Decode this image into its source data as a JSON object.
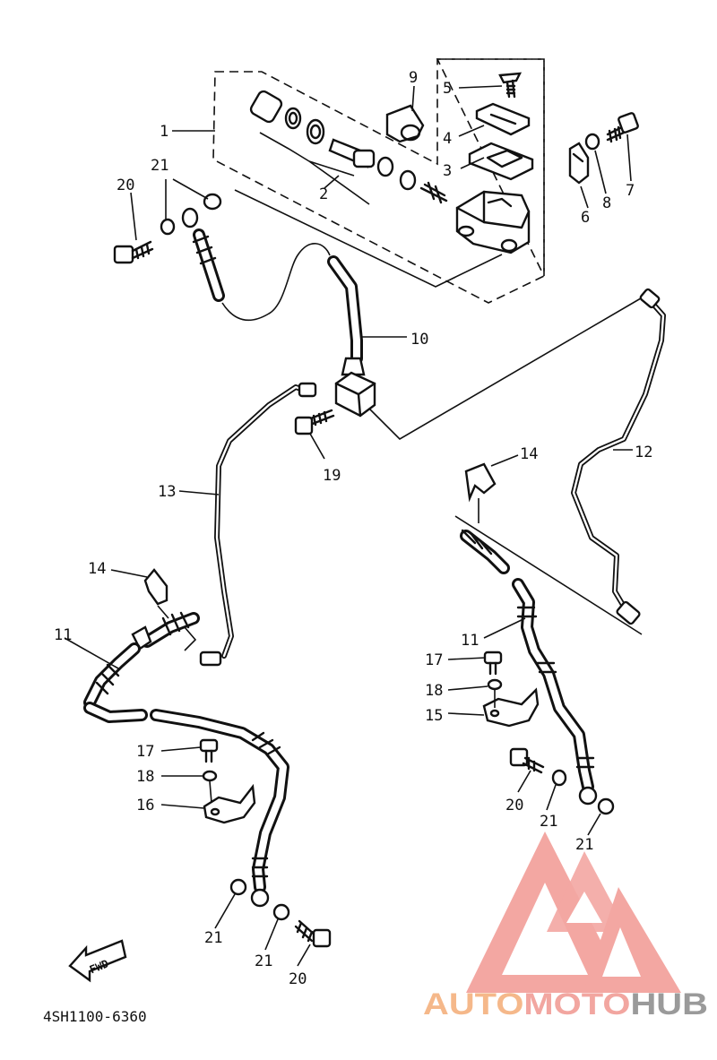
{
  "diagram": {
    "part_labels": [
      {
        "id": "lbl-1",
        "text": "1"
      },
      {
        "id": "lbl-2",
        "text": "2"
      },
      {
        "id": "lbl-3",
        "text": "3"
      },
      {
        "id": "lbl-4",
        "text": "4"
      },
      {
        "id": "lbl-5",
        "text": "5"
      },
      {
        "id": "lbl-6",
        "text": "6"
      },
      {
        "id": "lbl-7",
        "text": "7"
      },
      {
        "id": "lbl-8",
        "text": "8"
      },
      {
        "id": "lbl-9",
        "text": "9"
      },
      {
        "id": "lbl-10",
        "text": "10"
      },
      {
        "id": "lbl-11a",
        "text": "11"
      },
      {
        "id": "lbl-11b",
        "text": "11"
      },
      {
        "id": "lbl-12",
        "text": "12"
      },
      {
        "id": "lbl-13",
        "text": "13"
      },
      {
        "id": "lbl-14a",
        "text": "14"
      },
      {
        "id": "lbl-14b",
        "text": "14"
      },
      {
        "id": "lbl-15",
        "text": "15"
      },
      {
        "id": "lbl-16",
        "text": "16"
      },
      {
        "id": "lbl-17a",
        "text": "17"
      },
      {
        "id": "lbl-17b",
        "text": "17"
      },
      {
        "id": "lbl-18a",
        "text": "18"
      },
      {
        "id": "lbl-18b",
        "text": "18"
      },
      {
        "id": "lbl-19",
        "text": "19"
      },
      {
        "id": "lbl-20a",
        "text": "20"
      },
      {
        "id": "lbl-20b",
        "text": "20"
      },
      {
        "id": "lbl-20c",
        "text": "20"
      },
      {
        "id": "lbl-21a",
        "text": "21"
      },
      {
        "id": "lbl-21b",
        "text": "21"
      },
      {
        "id": "lbl-21c",
        "text": "21"
      },
      {
        "id": "lbl-21d",
        "text": "21"
      },
      {
        "id": "lbl-21e",
        "text": "21"
      }
    ],
    "fwd_label": "FWD",
    "diagram_code": "4SH1100-6360"
  },
  "watermark": {
    "auto": "AUTO",
    "moto": "MOTO",
    "hub": "HUB",
    "colors": {
      "logo": "#f08a84",
      "auto": "#f5b88a",
      "moto": "#f2a6a0",
      "hub": "#9a9a9a"
    }
  }
}
